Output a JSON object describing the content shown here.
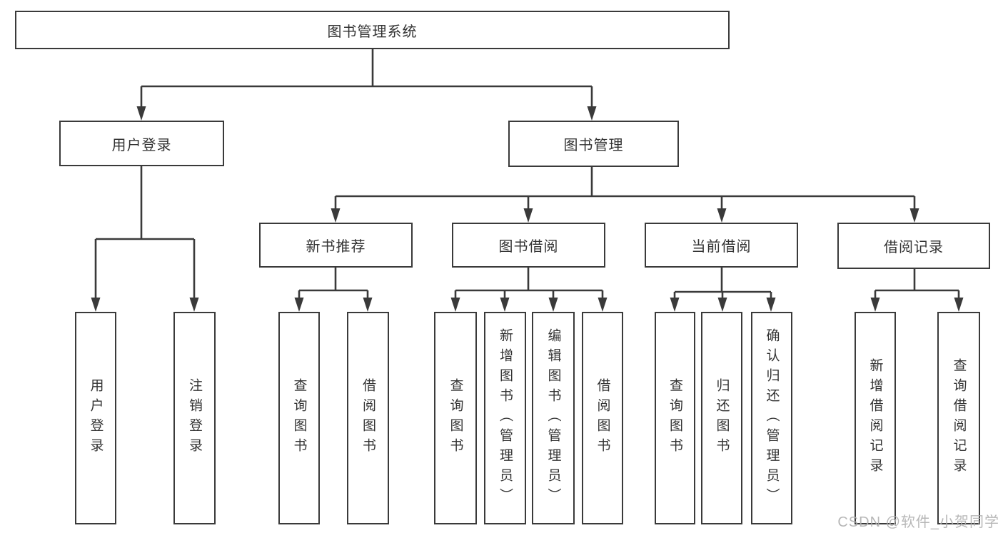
{
  "diagram_title": "图书管理系统",
  "nodes": {
    "root": "图书管理系统",
    "user_login": "用户登录",
    "book_mgmt": "图书管理",
    "new_book_rec": "新书推荐",
    "book_borrow": "图书借阅",
    "current_borrow": "当前借阅",
    "borrow_records": "借阅记录",
    "leaf_user_login": "用户登录",
    "leaf_logout": "注销登录",
    "leaf_query_book_rec": "查询图书",
    "leaf_borrow_book_rec": "借阅图书",
    "leaf_query_book_borrow": "查询图书",
    "leaf_add_book": "新增图书（管理员）",
    "leaf_edit_book": "编辑图书（管理员）",
    "leaf_borrow_book_borrow": "借阅图书",
    "leaf_query_book_current": "查询图书",
    "leaf_return_book": "归还图书",
    "leaf_confirm_return": "确认归还（管理员）",
    "leaf_add_record": "新增借阅记录",
    "leaf_query_record": "查询借阅记录"
  },
  "watermark": "CSDN @软件_小贺同学",
  "colors": {
    "line": "#3a3a3a",
    "text": "#333333",
    "background": "#ffffff",
    "watermark": "#afafaf"
  }
}
